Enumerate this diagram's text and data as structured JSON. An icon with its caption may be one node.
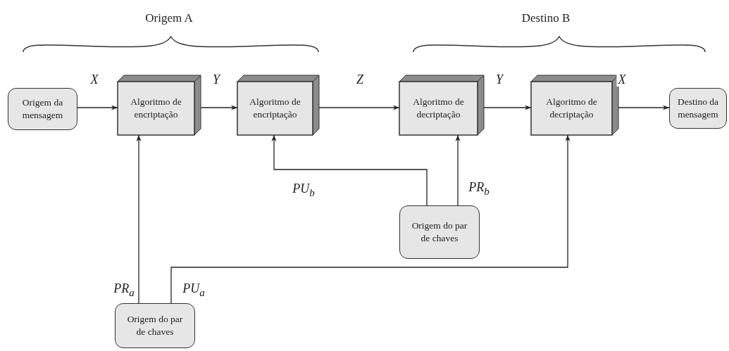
{
  "diagram": {
    "nodes": [
      {
        "text": [
          "Origem da mensagem"
        ]
      },
      {
        "text": [
          "Algoritmo de encriptação"
        ]
      },
      {
        "text": [
          "Algoritmo de encriptação"
        ]
      },
      {
        "text": [
          "Algoritmo de decriptação"
        ]
      },
      {
        "text": [
          "Algoritmo de decriptação"
        ]
      },
      {
        "text": [
          "Destino da mensagem"
        ]
      },
      {
        "text": [
          "Origem do par de chaves"
        ]
      },
      {
        "text": [
          "Origem do par de chaves"
        ]
      }
    ],
    "edges": [
      {
        "from": 0,
        "to": 1,
        "arrow": "to",
        "label": "X"
      },
      {
        "from": 1,
        "to": 2,
        "arrow": "to",
        "label": "Y"
      },
      {
        "from": 2,
        "to": 3,
        "arrow": "to",
        "label": "Z"
      },
      {
        "from": 3,
        "to": 4,
        "arrow": "to",
        "label": "Y"
      },
      {
        "from": 4,
        "to": 5,
        "arrow": "to",
        "label": "X"
      },
      {
        "from": 7,
        "to": 1,
        "arrow": "to",
        "label": "PR$_{a}$"
      },
      {
        "from": 7,
        "to": 4,
        "arrow": "to",
        "label": "PU$_{a}$"
      },
      {
        "from": 6,
        "to": 2,
        "arrow": "to",
        "label": "PU$_{b}$"
      },
      {
        "from": 6,
        "to": 3,
        "arrow": "to",
        "label": "PR$_{b}$"
      }
    ],
    "labels": [
      "Origem A",
      "Destino B"
    ]
  }
}
